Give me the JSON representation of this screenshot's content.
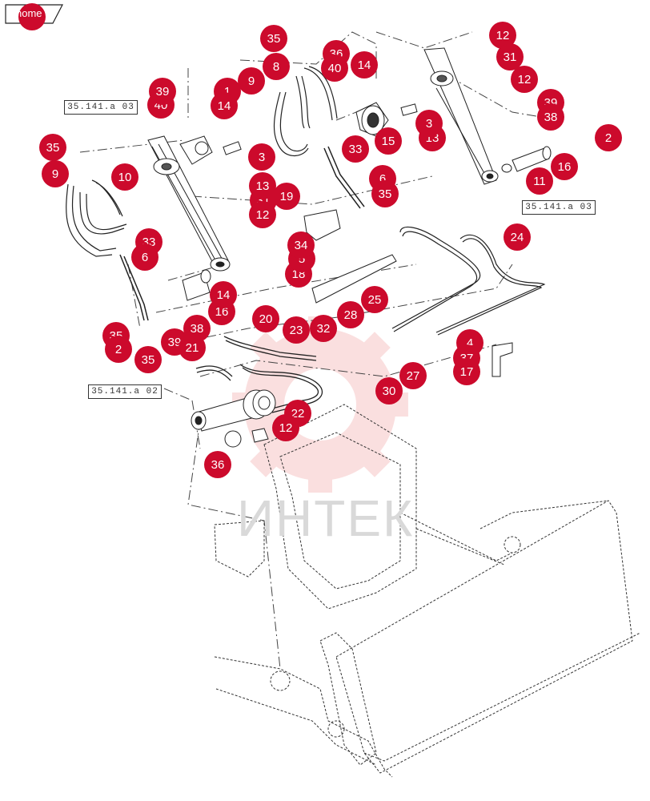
{
  "nav": {
    "home_label": "home"
  },
  "watermark": {
    "text": "ИНТЕК",
    "color": "#d9d9d9",
    "gear_color": "#f7c6c6"
  },
  "callout_color": "#cc0a2c",
  "ref_boxes": [
    {
      "id": "ref-top-left",
      "text": "35.141.a 03"
    },
    {
      "id": "ref-right",
      "text": "35.141.a 03"
    },
    {
      "id": "ref-bottom-left",
      "text": "35.141.a 02"
    }
  ],
  "callouts": [
    "35",
    "9",
    "10",
    "33",
    "6",
    "35",
    "2",
    "35",
    "39",
    "38",
    "21",
    "20",
    "23",
    "32",
    "28",
    "25",
    "24",
    "4",
    "37",
    "17",
    "27",
    "30",
    "22",
    "12",
    "36",
    "16",
    "14",
    "18",
    "5",
    "34",
    "19",
    "31",
    "12",
    "13",
    "3",
    "1",
    "9",
    "14",
    "40",
    "39",
    "8",
    "35",
    "36",
    "40",
    "14",
    "15",
    "13",
    "3",
    "33",
    "6",
    "35",
    "12",
    "31",
    "12",
    "39",
    "38",
    "2",
    "16",
    "11"
  ]
}
